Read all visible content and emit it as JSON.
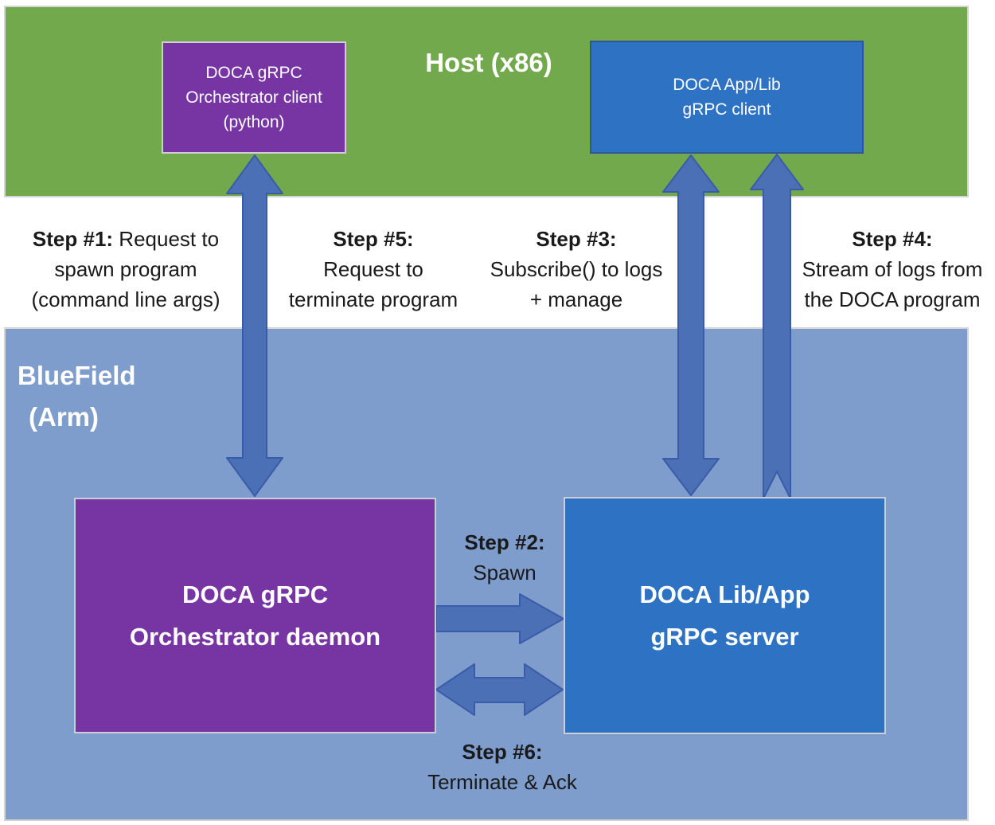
{
  "host_band": {
    "title": "Host (x86)"
  },
  "bluefield_band": {
    "title_line1": "BlueField",
    "title_line2": "(Arm)"
  },
  "boxes": {
    "orchestrator_client": {
      "lines": [
        "DOCA gRPC",
        "Orchestrator client",
        "(python)"
      ]
    },
    "grpc_client": {
      "lines": [
        "DOCA App/Lib",
        "gRPC client"
      ]
    },
    "orchestrator_daemon": {
      "lines": [
        "DOCA gRPC",
        "Orchestrator daemon"
      ]
    },
    "grpc_server": {
      "lines": [
        "DOCA Lib/App",
        "gRPC server"
      ]
    }
  },
  "steps": {
    "step1": {
      "label": "Step #1:",
      "text1": " Request to",
      "text2": "spawn program",
      "text3": "(command line args)"
    },
    "step2": {
      "label": "Step #2:",
      "text2": "Spawn"
    },
    "step3": {
      "label": "Step #3:",
      "text2": "Subscribe() to logs",
      "text3": "+ manage"
    },
    "step4": {
      "label": "Step #4:",
      "text2": "Stream of logs from",
      "text3": "the DOCA program"
    },
    "step5": {
      "label": "Step #5:",
      "text2": "Request to",
      "text3": "terminate program"
    },
    "step6": {
      "label": "Step #6:",
      "text2": "Terminate & Ack"
    }
  },
  "colors": {
    "host_band": "#72A94D",
    "bluefield_band": "#7E9CCC",
    "purple_box": "#7734A3",
    "blue_box": "#2E72C4",
    "arrow_fill": "#4C70B5",
    "arrow_stroke": "#3A5BA9",
    "band_border": "#D5D5D5",
    "box_border_light": "#CFCDD4",
    "blue_client_border": "#31549B",
    "step_text": "#1A1A1A",
    "box_text": "#FFFFFF"
  }
}
